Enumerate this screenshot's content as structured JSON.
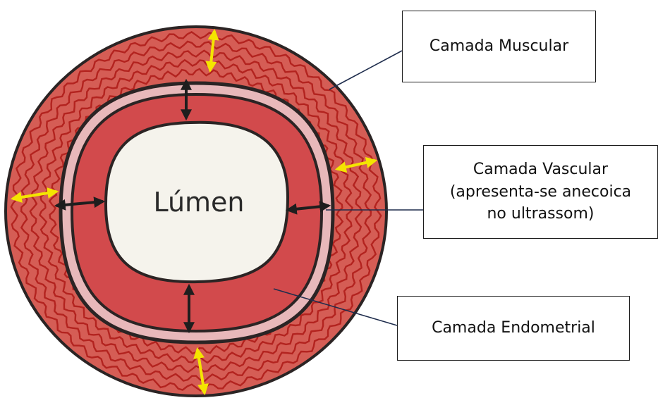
{
  "diagram": {
    "center_label": "Lúmen",
    "callouts": {
      "muscular": "Camada Muscular",
      "vascular_line1": "Camada Vascular",
      "vascular_line2": "(apresenta-se anecoica",
      "vascular_line3": "no ultrassom)",
      "endometrial": "Camada Endometrial"
    },
    "colors": {
      "muscular_layer": "#d55d55",
      "endometrial_layer": "#d24a4c",
      "vascular_layer": "#e8b8ba",
      "lumen": "#f5f3ec",
      "wavy_lines": "#b3231f",
      "outline": "#2b2424",
      "thickness_arrow_muscular": "#f4e500",
      "thickness_arrow_endometrial": "#1e1e1e",
      "leader_line": "#1f2d4d"
    }
  }
}
